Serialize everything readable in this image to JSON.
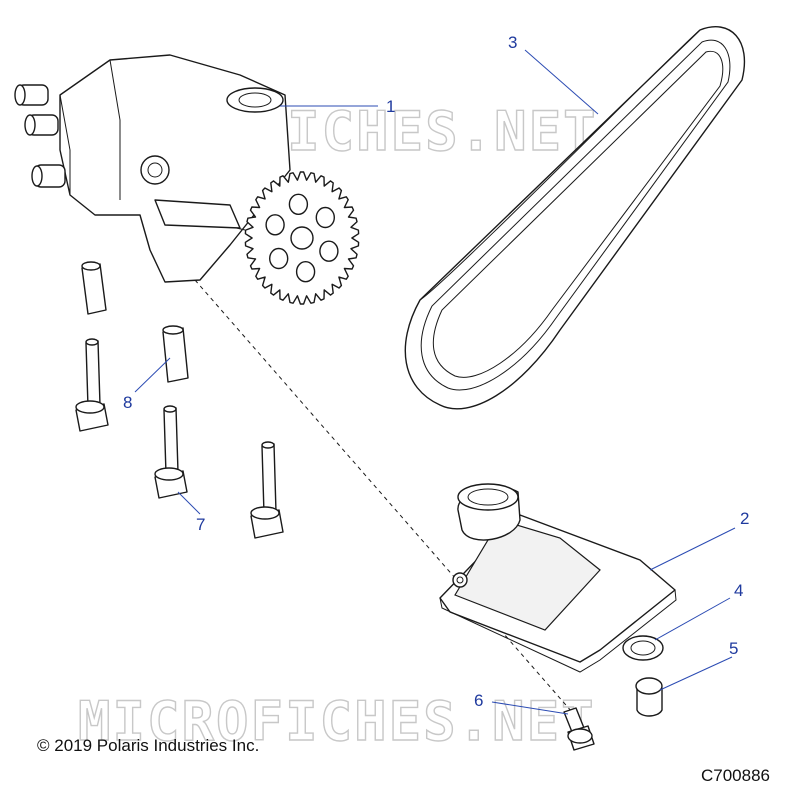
{
  "watermark": "MICROFICHES.NET",
  "callouts": [
    {
      "id": "1",
      "label": "1"
    },
    {
      "id": "2",
      "label": "2"
    },
    {
      "id": "3",
      "label": "3"
    },
    {
      "id": "4",
      "label": "4"
    },
    {
      "id": "5",
      "label": "5"
    },
    {
      "id": "6",
      "label": "6"
    },
    {
      "id": "7",
      "label": "7"
    },
    {
      "id": "8",
      "label": "8"
    }
  ],
  "footer": {
    "copyright": "© 2019 Polaris Industries Inc.",
    "diagram_code": "C700886"
  },
  "colors": {
    "callout": "#1f3a9e",
    "leader": "#2b4bb3",
    "line_art": "#1a1a1a",
    "watermark": "#c8c8c8"
  }
}
